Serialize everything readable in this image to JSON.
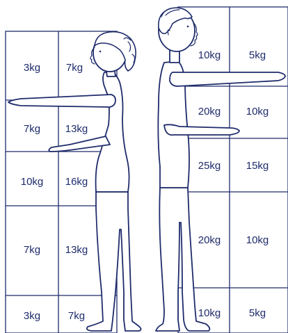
{
  "figures": {
    "female": {
      "rows": [
        {
          "left": "3kg",
          "right": "7kg"
        },
        {
          "left": "7kg",
          "right": "13kg"
        },
        {
          "left": "10kg",
          "right": "16kg"
        },
        {
          "left": "7kg",
          "right": "13kg"
        },
        {
          "left": "3kg",
          "right": "7kg"
        }
      ]
    },
    "male": {
      "rows": [
        {
          "left": "10kg",
          "right": "5kg"
        },
        {
          "left": "20kg",
          "right": "10kg"
        },
        {
          "left": "25kg",
          "right": "15kg"
        },
        {
          "left": "20kg",
          "right": "10kg"
        },
        {
          "left": "10kg",
          "right": "5kg"
        }
      ]
    }
  },
  "colors": {
    "ink": "#1e2b6b",
    "background": "#ffffff"
  }
}
